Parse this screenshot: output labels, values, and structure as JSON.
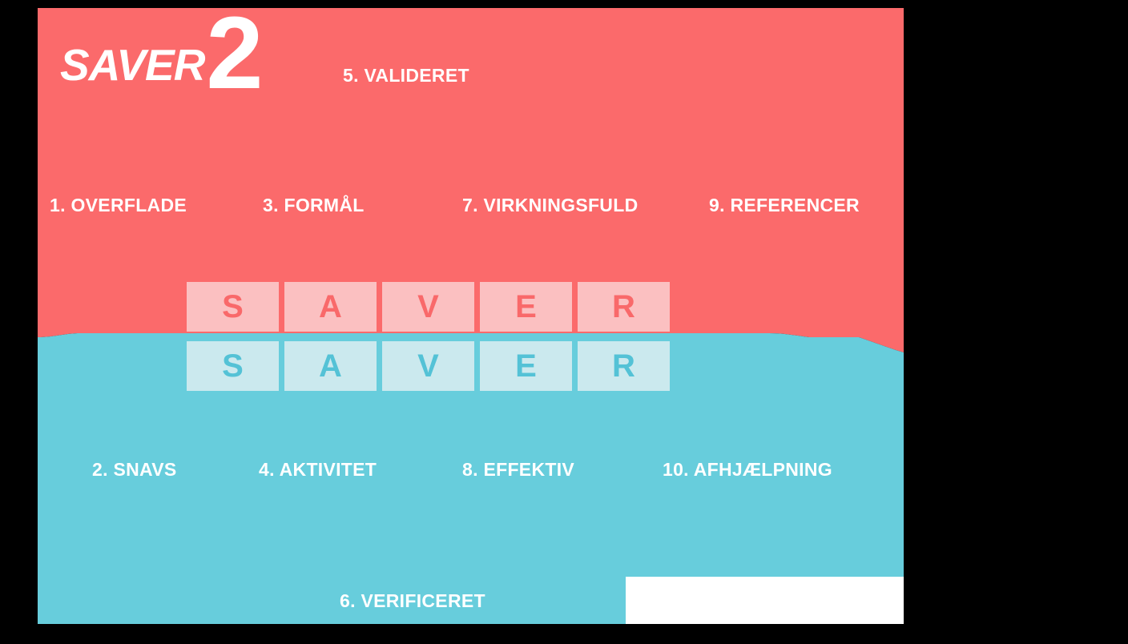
{
  "logo": {
    "brand": "SAVER",
    "number": "2"
  },
  "colors": {
    "red_bg": "#FB6A6B",
    "teal_bg": "#67CDDC",
    "pink_tile": "#FBC0C1",
    "pink_tile_letter": "#F9696A",
    "teal_tile": "#CBE9EE",
    "teal_tile_letter": "#54C2D6",
    "label_text": "#FFFFFF",
    "outer_bg": "#000000",
    "white_block": "#FFFFFF"
  },
  "red_section": {
    "top_label": "5. VALIDERET",
    "row_labels": [
      "1. OVERFLADE",
      "3. FORMÅL",
      "7. VIRKNINGSFULD",
      "9. REFERENCER"
    ],
    "tiles": [
      "S",
      "A",
      "V",
      "E",
      "R"
    ]
  },
  "teal_section": {
    "tiles": [
      "S",
      "A",
      "V",
      "E",
      "R"
    ],
    "row_labels": [
      "2. SNAVS",
      "4. AKTIVITET",
      "8. EFFEKTIV",
      "10. AFHJÆLPNING"
    ],
    "bottom_label": "6. VERIFICERET"
  }
}
